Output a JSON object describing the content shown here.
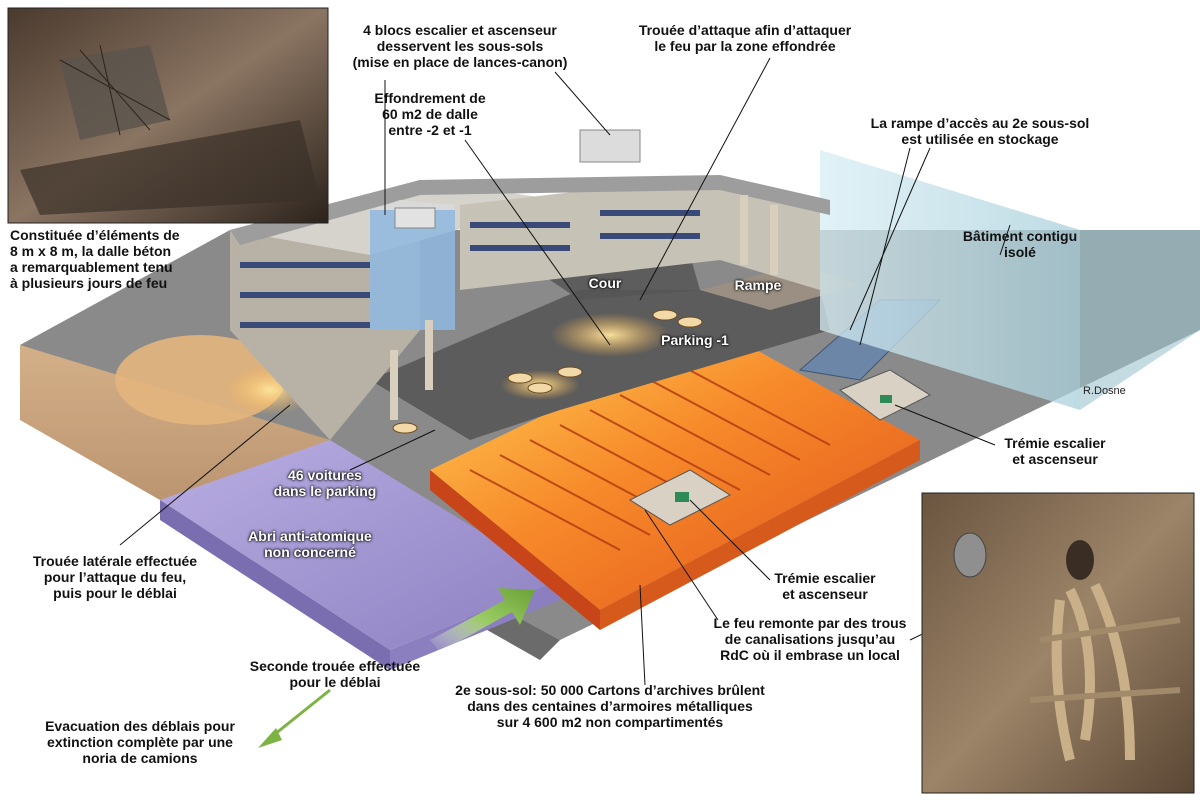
{
  "labels": {
    "stairs_blocks": "4 blocs escalier et ascenseur\ndesservent les sous-sols\n(mise en place de lances-canon)",
    "attack_opening": "Trouée d’attaque afin d’attaquer\nle feu par la zone effondrée",
    "collapse": "Effondrement de\n60 m2 de dalle\nentre -2 et -1",
    "ramp_storage": "La rampe d’accès au 2e sous-sol\nest utilisée en stockage",
    "slab_elements": "Constituée d’éléments de\n8 m x 8 m, la dalle béton\na remarquablement tenu\nà plusieurs jours de feu",
    "adjacent_building": "Bâtiment contigu\nisolé",
    "cour": "Cour",
    "rampe": "Rampe",
    "parking": "Parking -1",
    "credit": "R.Dosne",
    "stair_shaft_right": "Trémie escalier\net ascenseur",
    "cars": "46 voitures\ndans le parking",
    "shelter": "Abri anti-atomique\nnon concerné",
    "side_opening": "Trouée latérale effectuée\npour l’attaque du feu,\npuis pour le déblai",
    "stair_shaft_center": "Trémie escalier\net ascenseur",
    "fire_rises": "Le feu remonte par des trous\nde canalisations jusqu’au\nRdC où il embrase un local",
    "second_opening": "Seconde trouée effectuée\npour le déblai",
    "basement2": "2e sous-sol: 50 000 Cartons d’archives brûlent\ndans des centaines d’armoires métalliques\nsur 4 600 m2 non compartimentés",
    "evacuation": "Evacuation des déblais pour\nextinction complète par une\nnoria de camions"
  },
  "colors": {
    "fire_orange": "#f26a1b",
    "fire_yellow": "#ffd35a",
    "slab_grey": "#7d7d7d",
    "ground_tan": "#c9a47c",
    "shelter_purple": "#a79bd6",
    "arrow_green": "#7cb342",
    "adjacent_blue": "#bfe0ea"
  }
}
